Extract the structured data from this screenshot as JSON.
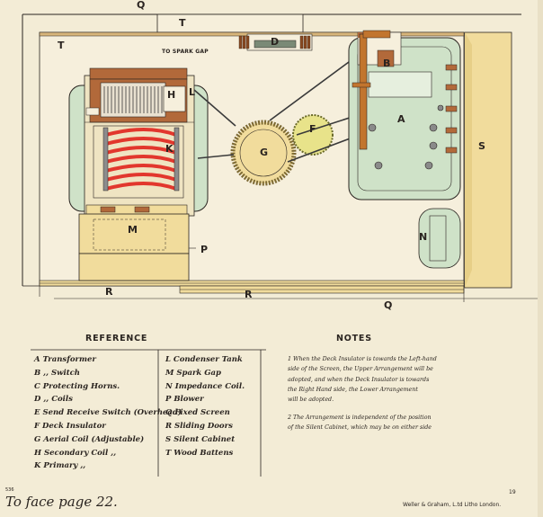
{
  "diagram_labels": {
    "Q_top": "Q",
    "T_top": "T",
    "T_left": "T",
    "spark_gap": "TO SPARK GAP",
    "D": "D",
    "B": "B",
    "H": "H",
    "L": "L",
    "K": "K",
    "A": "A",
    "G": "G",
    "F": "F",
    "S": "S",
    "M": "M",
    "P": "P",
    "N": "N",
    "R_left": "R",
    "R_mid": "R",
    "Q_bottom": "Q"
  },
  "reference": {
    "title": "REFERENCE",
    "left": [
      "A  Transformer",
      "B      ,,      Switch",
      "C  Protecting Horns.",
      "D      ,,      Coils",
      "E  Send Receive Switch (Overhead)",
      "F  Deck Insulator",
      "G  Aerial Coil (Adjustable)",
      "H  Secondary Coil      ,,",
      "K  Primary                    ,,"
    ],
    "right": [
      "L  Condenser Tank",
      "M  Spark Gap",
      "N  Impedance Coil.",
      "P  Blower",
      "Q  Fixed Screen",
      "R  Sliding Doors",
      "S  Silent Cabinet",
      "T  Wood Battens"
    ]
  },
  "notes": {
    "title": "NOTES",
    "note1": [
      "1 When the Deck Insulator is towards the Left-hand",
      "side of the Screen, the Upper Arrangement will be",
      "adopted, and when the Deck Insulator is towards",
      "the Right Hand side, the Lower Arrangement",
      "will be adopted."
    ],
    "note2": [
      "2 The Arrangement is independent of the position",
      "of the Silent Cabinet, which may be on either side"
    ]
  },
  "footer": {
    "left": "To face page 22.",
    "plate_no": "536",
    "printer": "Weller & Graham, L.td Litho London.",
    "page": "19"
  },
  "colors": {
    "paper": "#f3ecd6",
    "cabinet": "#f1dc9c",
    "tank": "#cfe2c8",
    "coil": "#e2372d",
    "wood": "#b2693a",
    "ink": "#2a2420"
  }
}
